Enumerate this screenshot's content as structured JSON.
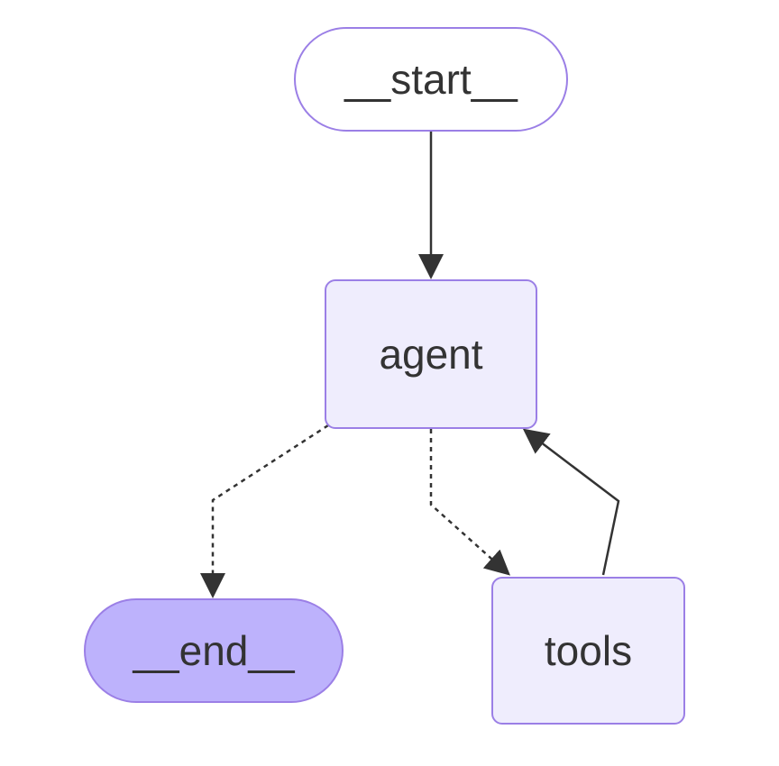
{
  "diagram": {
    "nodes": {
      "start": "__start__",
      "agent": "agent",
      "end": "__end__",
      "tools": "tools"
    },
    "edges": [
      {
        "from": "__start__",
        "to": "agent",
        "style": "solid"
      },
      {
        "from": "agent",
        "to": "__end__",
        "style": "dashed"
      },
      {
        "from": "agent",
        "to": "tools",
        "style": "dashed"
      },
      {
        "from": "tools",
        "to": "agent",
        "style": "solid"
      }
    ]
  },
  "colors": {
    "node_border": "#9b7fe6",
    "node_fill": "#efedfd",
    "end_fill": "#bdb2fc",
    "edge": "#333333",
    "text": "#333333"
  }
}
